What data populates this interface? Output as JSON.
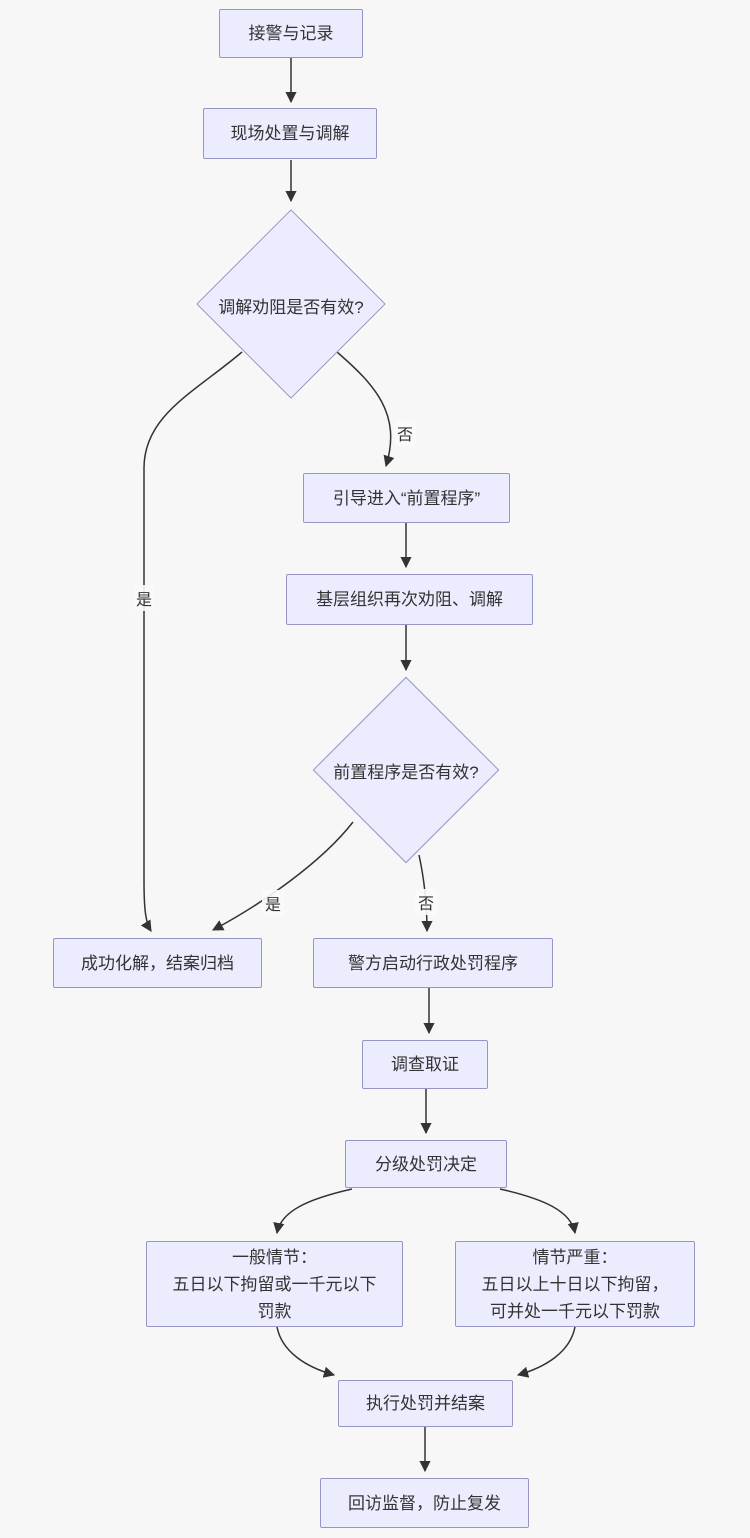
{
  "diagram": {
    "type": "flowchart",
    "background_color": "#f7f7f7",
    "node_fill_color": "#ECECFF",
    "node_border_color": "#9795c5",
    "edge_color": "#333333",
    "nodes": {
      "receive": {
        "label": "接警与记录",
        "shape": "rect"
      },
      "onsite": {
        "label": "现场处置与调解",
        "shape": "rect"
      },
      "decision1": {
        "label": "调解劝阻是否有效?",
        "shape": "diamond"
      },
      "guide": {
        "label": "引导进入“前置程序”",
        "shape": "rect"
      },
      "grassroots": {
        "label": "基层组织再次劝阻、调解",
        "shape": "rect"
      },
      "decision2": {
        "label": "前置程序是否有效?",
        "shape": "diamond"
      },
      "resolved": {
        "label": "成功化解，结案归档",
        "shape": "rect"
      },
      "police": {
        "label": "警方启动行政处罚程序",
        "shape": "rect"
      },
      "investigate": {
        "label": "调查取证",
        "shape": "rect"
      },
      "decide": {
        "label": "分级处罚决定",
        "shape": "rect"
      },
      "general": {
        "label": "一般情节：\n五日以下拘留或一千元以下\n罚款",
        "shape": "rect"
      },
      "serious": {
        "label": "情节严重：\n五日以上十日以下拘留，\n可并处一千元以下罚款",
        "shape": "rect"
      },
      "execute": {
        "label": "执行处罚并结案",
        "shape": "rect"
      },
      "followup": {
        "label": "回访监督，防止复发",
        "shape": "rect"
      }
    },
    "edge_labels": {
      "no1": "否",
      "yes1": "是",
      "yes2": "是",
      "no2": "否"
    }
  }
}
